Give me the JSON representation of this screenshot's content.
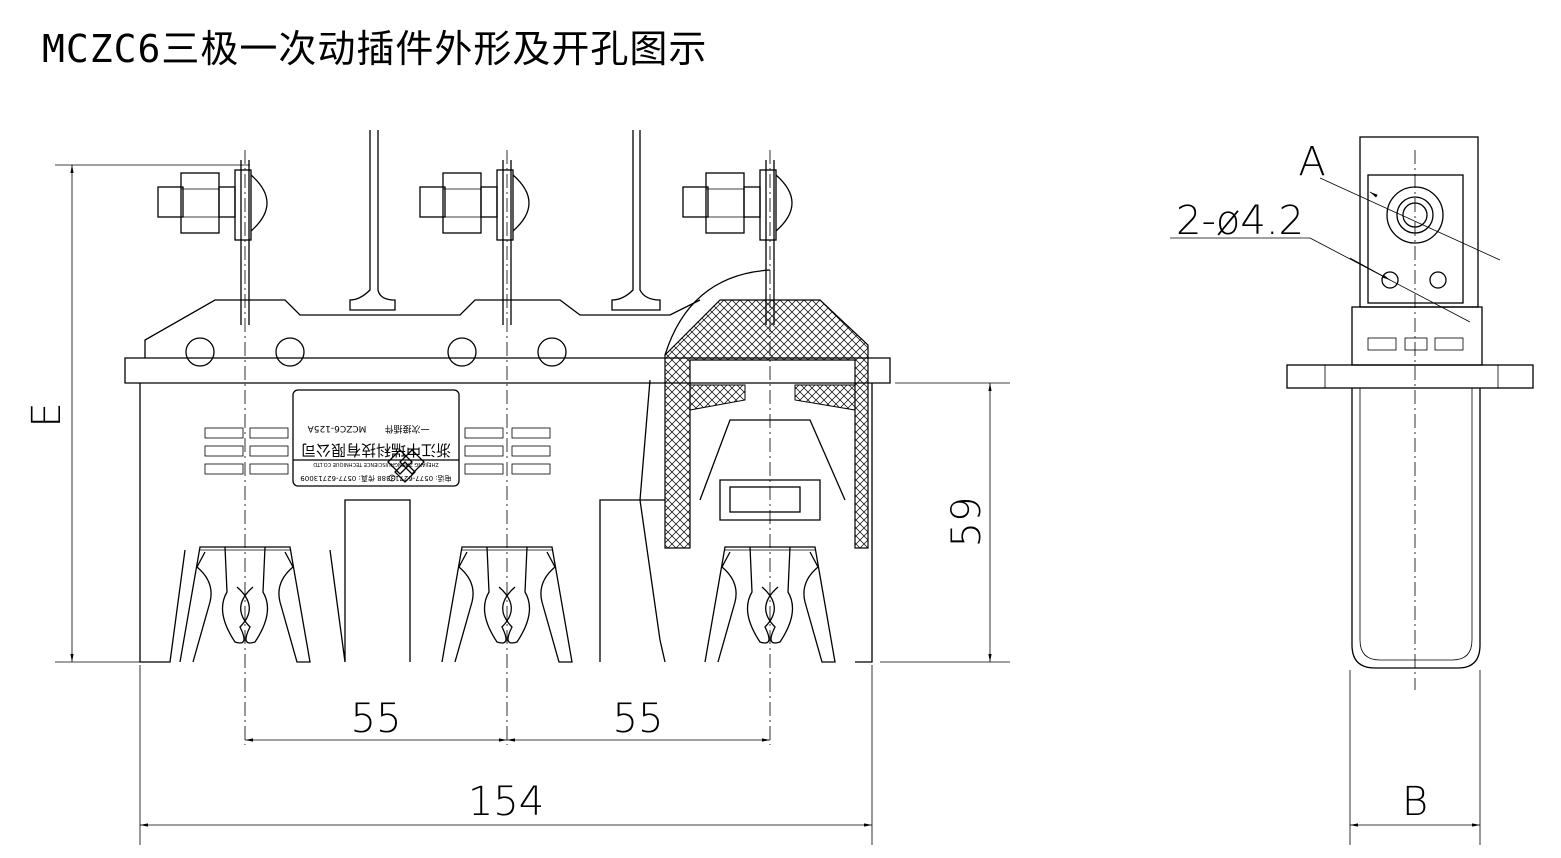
{
  "title": "MCZC6三极一次动插件外形及开孔图示",
  "dimensions": {
    "pitch_left": "55",
    "pitch_right": "55",
    "overall_width": "154",
    "height_e": "E",
    "height_59": "59",
    "view_a": "A",
    "hole_spec": "2-ø4.2",
    "width_b": "B"
  },
  "nameplate": {
    "phone_fax": "电话: 0577-62713388 传真: 0577-62713009",
    "company_en": "ZHEJIANG ZHONGRUISCIENCE TECHNIQUE CO.LTD",
    "company_cn": "浙江中瑞科技有限公司",
    "product": "一次接插件",
    "model": "MCZC6-125A"
  }
}
